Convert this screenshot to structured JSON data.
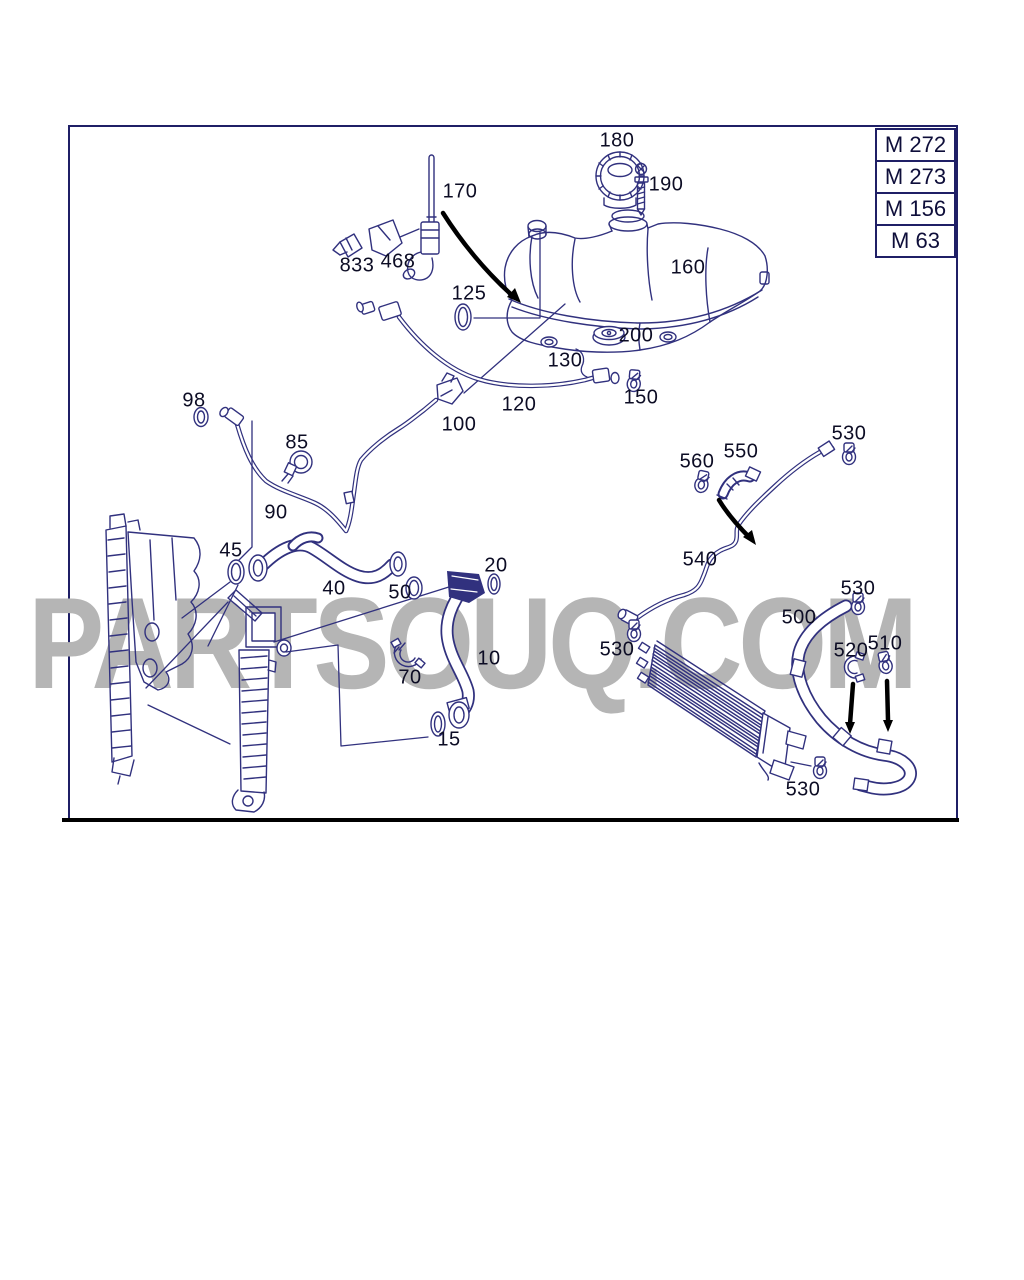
{
  "watermark": {
    "text": "PARTSOUQ.COM"
  },
  "legend": {
    "items": [
      {
        "label": "M 272"
      },
      {
        "label": "M 273"
      },
      {
        "label": "M 156"
      },
      {
        "label": "M 63"
      }
    ]
  },
  "colors": {
    "line": "#31317e",
    "label_text": "#0c0c24",
    "frame_border": "#1f1f66",
    "bottom_rule": "#000000",
    "watermark": "#b5b5b5",
    "background": "#ffffff"
  },
  "parts": {
    "labels": [
      {
        "ref": "180"
      },
      {
        "ref": "190"
      },
      {
        "ref": "170"
      },
      {
        "ref": "833"
      },
      {
        "ref": "468"
      },
      {
        "ref": "160"
      },
      {
        "ref": "125"
      },
      {
        "ref": "200"
      },
      {
        "ref": "130"
      },
      {
        "ref": "150"
      },
      {
        "ref": "120"
      },
      {
        "ref": "100"
      },
      {
        "ref": "98"
      },
      {
        "ref": "85"
      },
      {
        "ref": "90"
      },
      {
        "ref": "45"
      },
      {
        "ref": "40"
      },
      {
        "ref": "50"
      },
      {
        "ref": "20"
      },
      {
        "ref": "10"
      },
      {
        "ref": "70"
      },
      {
        "ref": "15"
      },
      {
        "ref": "560"
      },
      {
        "ref": "550"
      },
      {
        "ref": "530"
      },
      {
        "ref": "540"
      },
      {
        "ref": "530"
      },
      {
        "ref": "500"
      },
      {
        "ref": "530"
      },
      {
        "ref": "520"
      },
      {
        "ref": "510"
      },
      {
        "ref": "530"
      }
    ]
  }
}
